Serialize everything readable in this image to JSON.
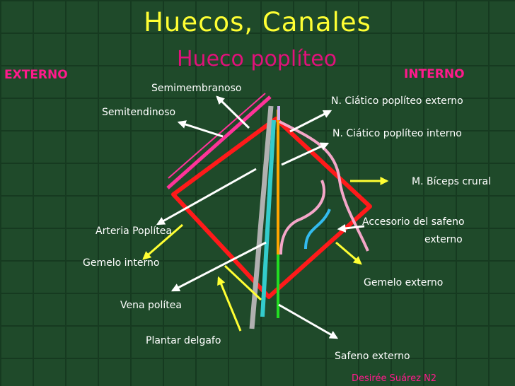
{
  "title": "Huecos, Canales",
  "subtitle": "Hueco poplíteo",
  "sides": {
    "left": "EXTERNO",
    "right": "INTERNO"
  },
  "labels": {
    "semimembranoso": "Semimembranoso",
    "semitendinoso": "Semitendinoso",
    "arteria_poplitea": "Arteria Poplítea",
    "gemelo_interno": "Gemelo interno",
    "vena_politea": "Vena polítea",
    "plantar_delgafo": "Plantar delgafo",
    "n_ciatico_externo": "N. Ciático poplíteo externo",
    "n_ciatico_interno": "N. Ciático poplíteo interno",
    "biceps_crural": "M. Bíceps crural",
    "accesorio_safeno": "Accesorio del safeno",
    "accesorio_safeno_2": "externo",
    "gemelo_externo": "Gemelo externo",
    "safeno_externo": "Safeno externo"
  },
  "author": "Desirée Suárez N2",
  "colors": {
    "background": "#1f4a2a",
    "title": "#ffff33",
    "subtitle": "#e0127a",
    "diamond": "#ff1a1a",
    "arrow_white": "#ffffff",
    "arrow_yellow": "#ffff33",
    "bar_gray": "#b0b0b0",
    "bar_cyan": "#33cccc",
    "bar_orange": "#ffa500",
    "bar_green": "#22dd22",
    "bar_magenta": "#ff3399",
    "curve_pink": "#f4a6c8",
    "curve_blue": "#33bbee"
  }
}
